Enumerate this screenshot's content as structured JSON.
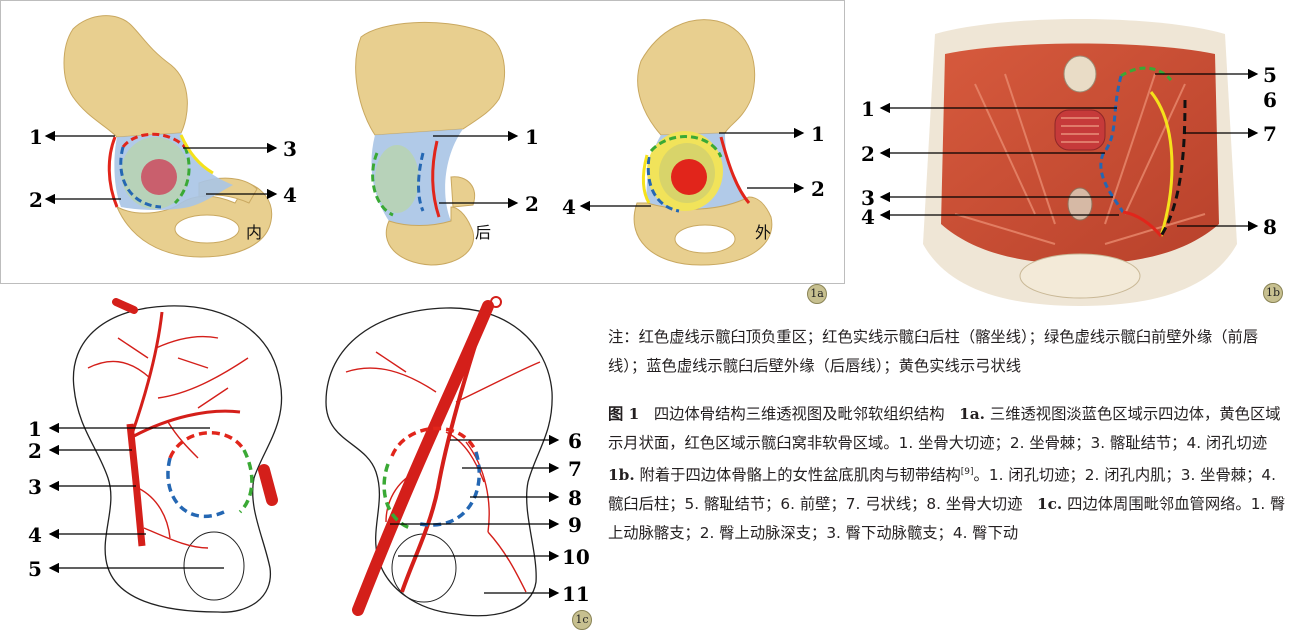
{
  "fig1a": {
    "views": [
      {
        "direction": "内",
        "labels_left": [
          "1",
          "2"
        ],
        "labels_right": [
          "3",
          "4"
        ]
      },
      {
        "direction": "后",
        "labels_right": [
          "1",
          "2"
        ]
      },
      {
        "direction": "外",
        "labels_left": [
          "4"
        ],
        "labels_right": [
          "1",
          "2"
        ]
      }
    ],
    "badge": "1a"
  },
  "fig1b": {
    "labels_left": [
      "1",
      "2",
      "3",
      "4"
    ],
    "labels_right": [
      "5",
      "6",
      "7",
      "8"
    ],
    "badge": "1b"
  },
  "fig1c": {
    "labels_left": [
      "1",
      "2",
      "3",
      "4",
      "5"
    ],
    "labels_right": [
      "6",
      "7",
      "8",
      "9",
      "10",
      "11"
    ],
    "badge": "1c"
  },
  "note": "注：红色虚线示髋臼顶负重区；红色实线示髋臼后柱（髂坐线）；绿色虚线示髋臼前壁外缘（前唇线）；蓝色虚线示髋臼后壁外缘（后唇线）；黄色实线示弓状线",
  "caption": {
    "figure_label": "图 1",
    "figure_title": "四边体骨结构三维透视图及毗邻软组织结构",
    "part_a_label": "1a.",
    "part_a_text": "三维透视图淡蓝色区域示四边体，黄色区域示月状面，红色区域示髋臼窝非软骨区域。1. 坐骨大切迹；2. 坐骨棘；3. 髂耻结节；4. 闭孔切迹",
    "part_b_label": "1b.",
    "part_b_text": "附着于四边体骨骼上的女性盆底肌肉与韧带结构",
    "part_b_ref": "[9]",
    "part_b_items": "。1. 闭孔切迹；2. 闭孔内肌；3. 坐骨棘；4. 髋臼后柱；5. 髂耻结节；6. 前壁；7. 弓状线；8. 坐骨大切迹",
    "part_c_label": "1c.",
    "part_c_text": "四边体周围毗邻血管网络。1. 臀上动脉髂支；2. 臀上动脉深支；3. 臀下动脉髋支；4. 臀下动"
  },
  "colors": {
    "bone": "#e8cf8f",
    "quadrilateral": "#a9c4e6",
    "red": "#e1251b",
    "green": "#3aa935",
    "blue": "#2467b3",
    "yellow": "#f5e21b",
    "artery": "#d41f1a",
    "muscle": "#c9452f"
  }
}
